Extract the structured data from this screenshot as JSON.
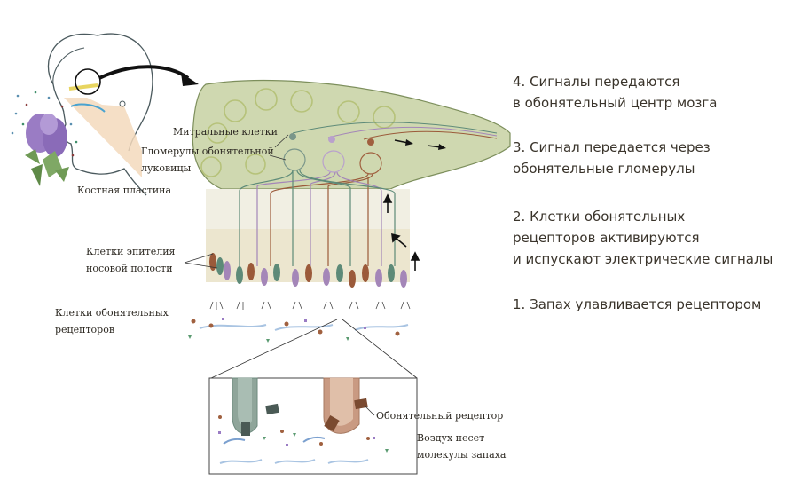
{
  "steps": [
    {
      "number": "4",
      "line1": "4. Сигналы передаются",
      "line2": "в обонятельный центр мозга",
      "line3": ""
    },
    {
      "number": "3",
      "line1": "3. Сигнал передается через",
      "line2": "обонятельные гломерулы",
      "line3": ""
    },
    {
      "number": "2",
      "line1": "2. Клетки обонятельных",
      "line2": "рецепторов активируются",
      "line3": "и испускают электрические сигналы"
    },
    {
      "number": "1",
      "line1": "1. Запах улавливается рецептором",
      "line2": "",
      "line3": ""
    }
  ],
  "labels": {
    "mitral_cells": "Митральные клетки",
    "glomeruli_1": "Гломерулы обонятельной",
    "glomeruli_2": "луковицы",
    "cribriform_plate": "Костная пластина",
    "epithelial_1": "Клетки эпителия",
    "epithelial_2": "носовой полости",
    "receptor_cells_1": "Клетки обонятельных",
    "receptor_cells_2": "рецепторов",
    "olfactory_receptor": "Обонятельный рецептор",
    "air_1": "Воздух несет",
    "air_2": "молекулы запаха"
  },
  "colors": {
    "bulb": "#cfd8b0",
    "bulb_outline": "#7d8f5c",
    "bone": "#f1efe3",
    "epithelium": "#ece6cf",
    "neuron_green": "#5d8a78",
    "neuron_brown": "#9b5a3a",
    "neuron_purple": "#a486b8",
    "skin": "#f3d9bc",
    "lilac": "#9a7cc4",
    "leaf": "#6f9a55",
    "arrow": "#111111",
    "airflow": "#a9c4e2"
  }
}
